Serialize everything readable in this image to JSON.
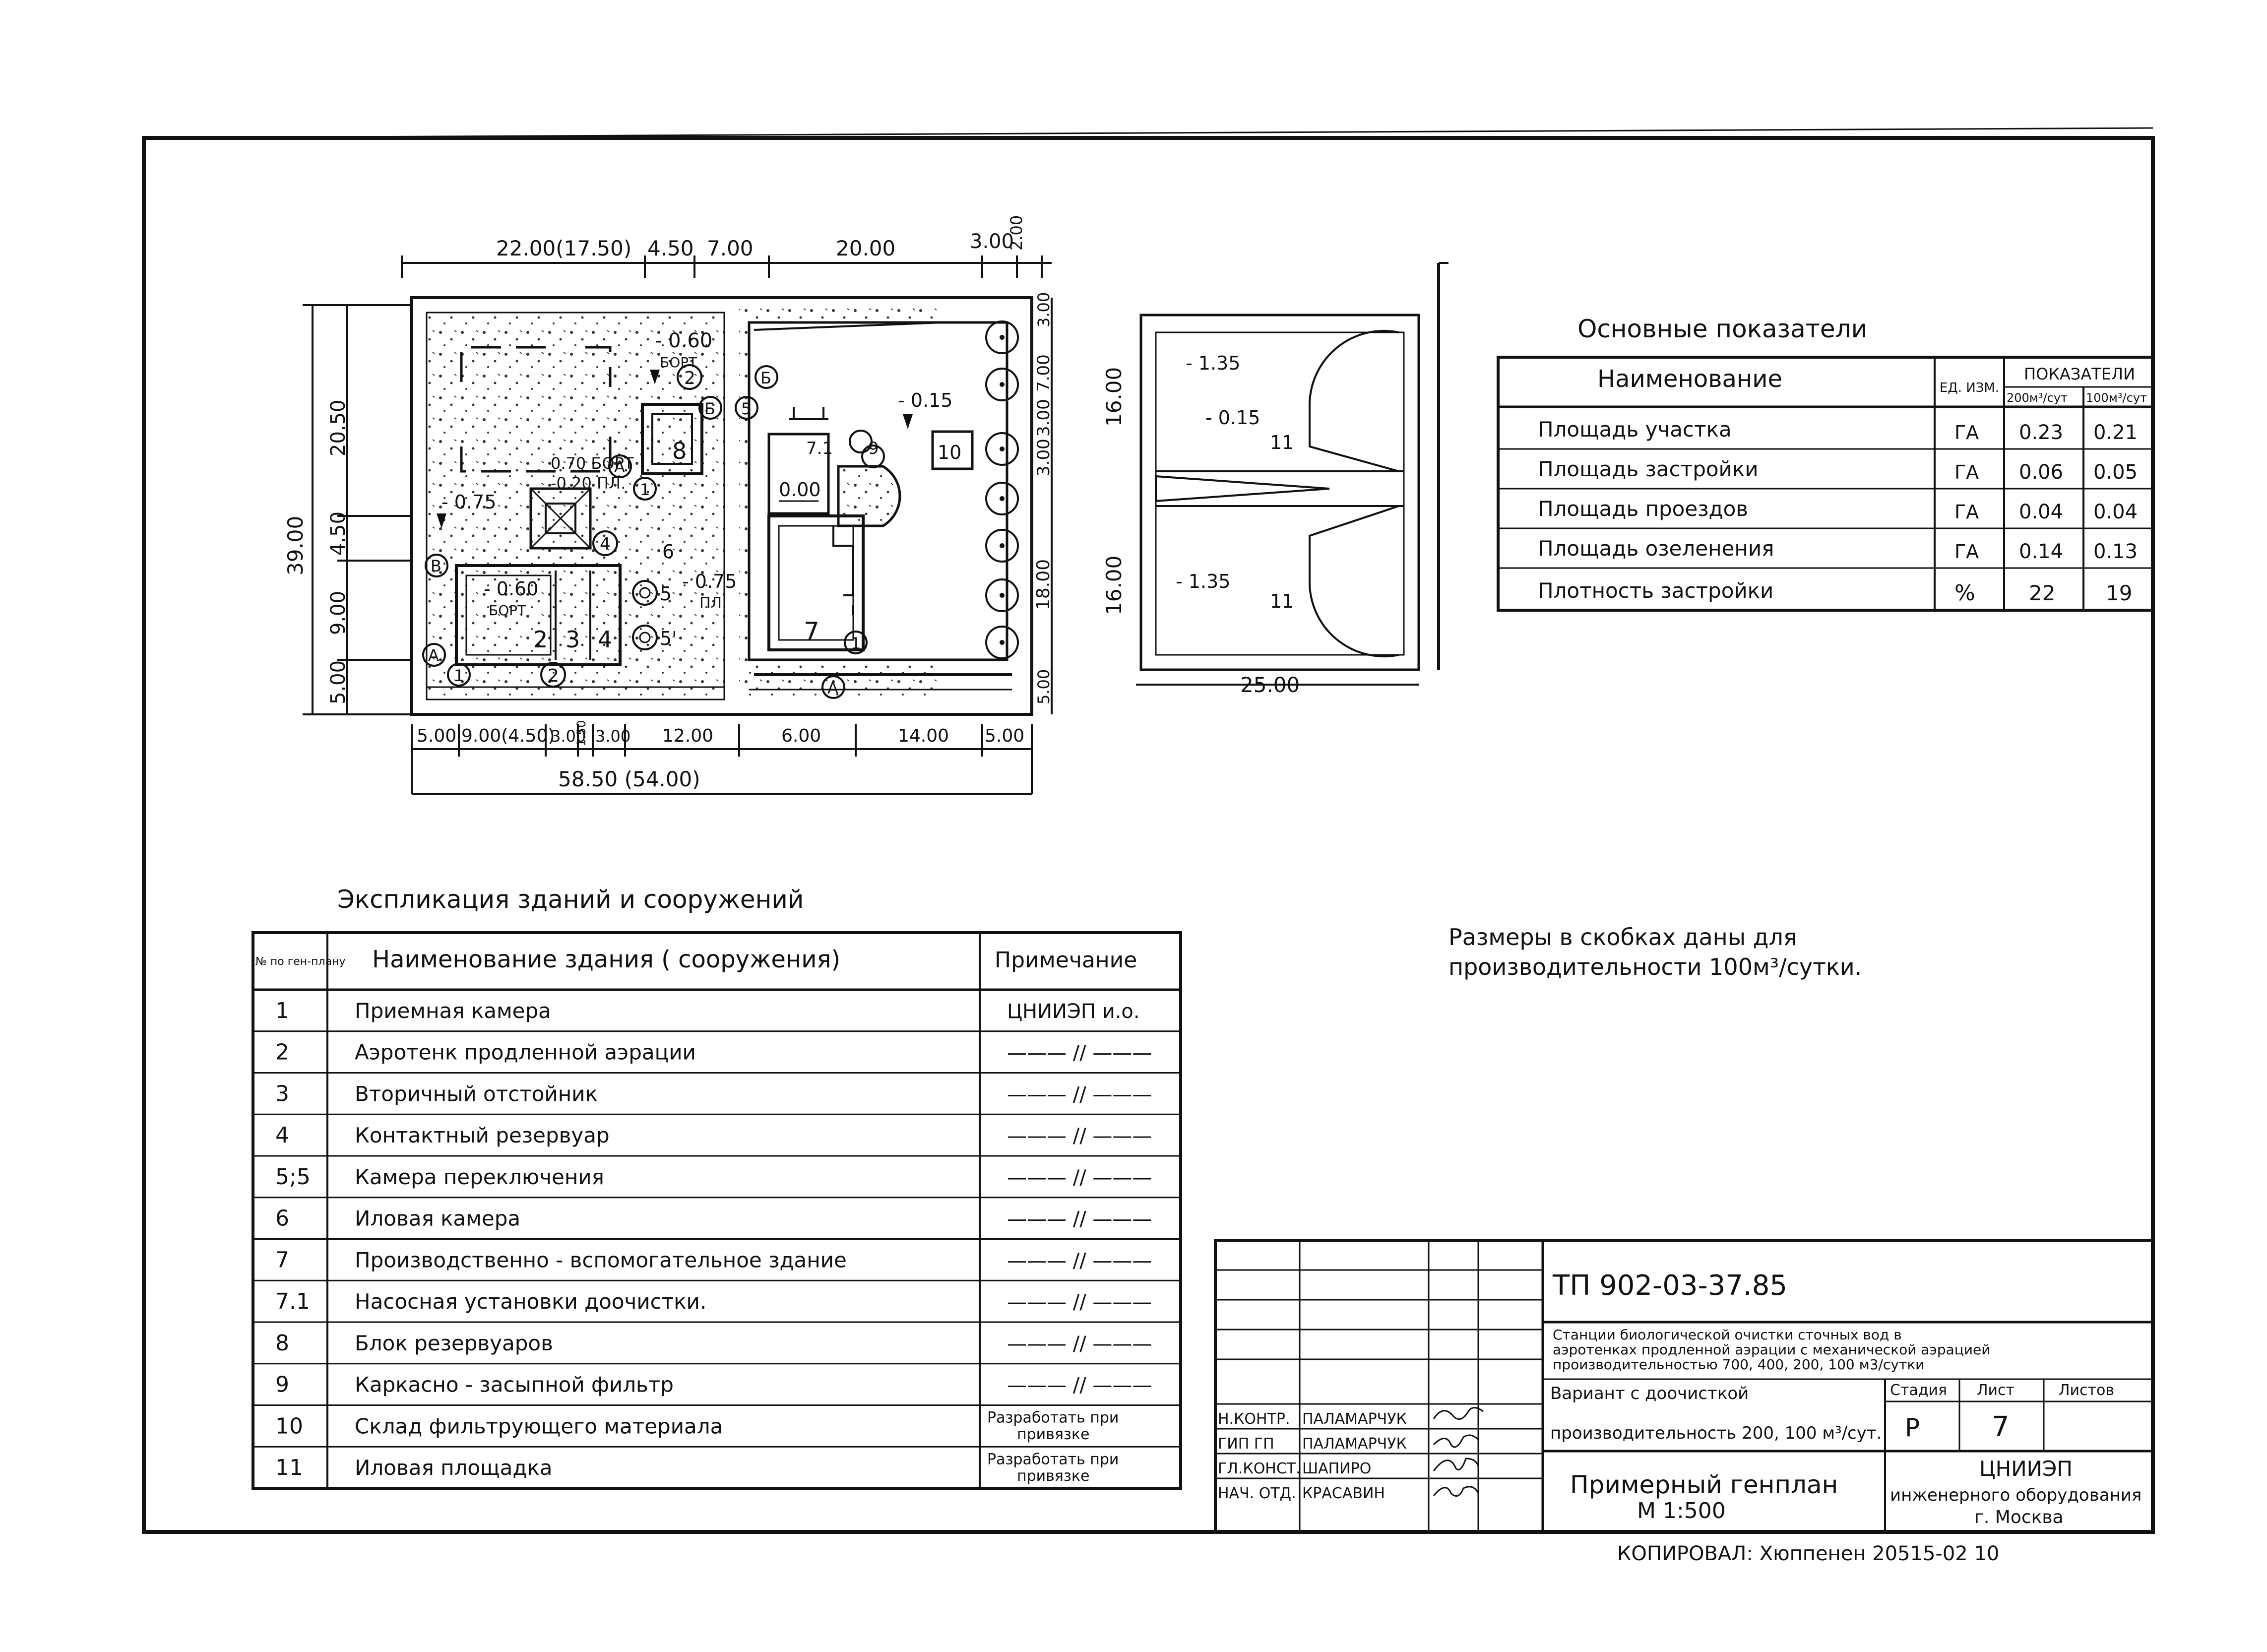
{
  "plan": {
    "top_dims": [
      "22.00(17.50)",
      "4.50",
      "7.00",
      "20.00",
      "3.00",
      "2.00"
    ],
    "bottom_dims": [
      "5.00",
      "9.00(4.50)",
      "3.00",
      "1.50",
      "3.00",
      "12.00",
      "6.00",
      "14.00",
      "5.00"
    ],
    "total_width": "58.50 (54.00)",
    "left_dims": [
      "20.50",
      "4.50",
      "9.00",
      "5.00"
    ],
    "total_height": "39.00",
    "right_dims": [
      "3.00",
      "7.00",
      "3.00",
      "3.00",
      "18.00",
      "5.00"
    ],
    "elevations": {
      "e1": "- 0.60",
      "e1b": "БОРТ",
      "e2": "0.70 БОРТ",
      "e3": "-0.20 ПЛ.",
      "e4": "- 0.75",
      "e5": "- 0.60",
      "e5b": "БОРТ",
      "e6": "- 0.75",
      "e6b": "ПЛ.",
      "e7": "- 0.15",
      "e8": "0.00"
    },
    "numbers": {
      "n2": "2",
      "n3": "3",
      "n4": "4",
      "n7": "7",
      "n71": "7.1",
      "n8": "8",
      "n9": "9",
      "n10": "10",
      "n6": "6",
      "n5": "5",
      "n5b": "5'"
    },
    "axes": {
      "a1": "1",
      "a2": "2",
      "a4": "4",
      "a5": "5",
      "aA": "А",
      "aB": "Б",
      "aV": "В"
    }
  },
  "sludge": {
    "dim_top": "16.00",
    "dim_bottom": "16.00",
    "dim_width": "25.00",
    "el_top": "- 1.35",
    "el_mid": "- 0.15",
    "el_bottom": "- 1.35",
    "label_top": "11",
    "label_bottom": "11"
  },
  "indicators": {
    "title": "Основные показатели",
    "headers": {
      "name": "Наименование",
      "unit": "ЕД. ИЗМ.",
      "values": "ПОКАЗАТЕЛИ",
      "c200": "200м³/сут",
      "c100": "100м³/сут"
    },
    "rows": [
      {
        "name": "Площадь участка",
        "unit": "ГА",
        "v200": "0.23",
        "v100": "0.21"
      },
      {
        "name": "Площадь застройки",
        "unit": "ГА",
        "v200": "0.06",
        "v100": "0.05"
      },
      {
        "name": "Площадь проездов",
        "unit": "ГА",
        "v200": "0.04",
        "v100": "0.04"
      },
      {
        "name": "Площадь озеленения",
        "unit": "ГА",
        "v200": "0.14",
        "v100": "0.13"
      },
      {
        "name": "Плотность застройки",
        "unit": "%",
        "v200": "22",
        "v100": "19"
      }
    ]
  },
  "note": {
    "line1": "Размеры в скобках даны для",
    "line2": "производительности 100м³/сутки."
  },
  "explication": {
    "title": "Экспликация зданий и сооружений",
    "headers": {
      "num": "№ по ген-плану",
      "name": "Наименование здания ( сооружения)",
      "note": "Примечание"
    },
    "rows": [
      {
        "num": "1",
        "name": "Приемная камера",
        "note": "ЦНИИЭП и.о."
      },
      {
        "num": "2",
        "name": "Аэротенк продленной аэрации",
        "note": "——— // ———"
      },
      {
        "num": "3",
        "name": "Вторичный отстойник",
        "note": "——— // ———"
      },
      {
        "num": "4",
        "name": "Контактный резервуар",
        "note": "——— // ———"
      },
      {
        "num": "5;5",
        "name": "Камера переключения",
        "note": "——— // ———"
      },
      {
        "num": "6",
        "name": "Иловая камера",
        "note": "——— // ———"
      },
      {
        "num": "7",
        "name": "Производственно - вспомогательное здание",
        "note": "——— // ———"
      },
      {
        "num": "7.1",
        "name": "Насосная установки доочистки.",
        "note": "——— // ———"
      },
      {
        "num": "8",
        "name": "Блок резервуаров",
        "note": "——— // ———"
      },
      {
        "num": "9",
        "name": "Каркасно - засыпной фильтр",
        "note": "——— // ———"
      },
      {
        "num": "10",
        "name": "Склад фильтрующего материала",
        "note": "Разработать при привязке"
      },
      {
        "num": "11",
        "name": "Иловая площадка",
        "note": "Разработать при привязке"
      }
    ]
  },
  "titleblock": {
    "code": "ТП 902-03-37.85",
    "desc1": "Станции биологической очистки сточных вод в",
    "desc2": "аэротенках продленной аэрации с механической аэрацией",
    "desc3": "производительностью 700, 400, 200, 100 м3/сутки",
    "variant1": "Вариант с доочисткой",
    "variant2": "производительность 200, 100 м³/сут.",
    "stage_h": "Стадия",
    "sheet_h": "Лист",
    "sheets_h": "Листов",
    "stage": "Р",
    "sheet": "7",
    "sheets": "",
    "drawing1": "Примерный генплан",
    "drawing2": "М 1:500",
    "org1": "ЦНИИЭП",
    "org2": "инженерного оборудования",
    "org3": "г. Москва",
    "people": [
      {
        "role": "Н.КОНТР.",
        "name": "ПАЛАМАРЧУК"
      },
      {
        "role": "ГИП ГП",
        "name": "ПАЛАМАРЧУК"
      },
      {
        "role": "ГЛ.КОНСТ.",
        "name": "ШАПИРО"
      },
      {
        "role": "НАЧ. ОТД.",
        "name": "КРАСАВИН"
      }
    ],
    "copied": "КОПИРОВАЛ: Хюппенен 20515-02 10"
  }
}
